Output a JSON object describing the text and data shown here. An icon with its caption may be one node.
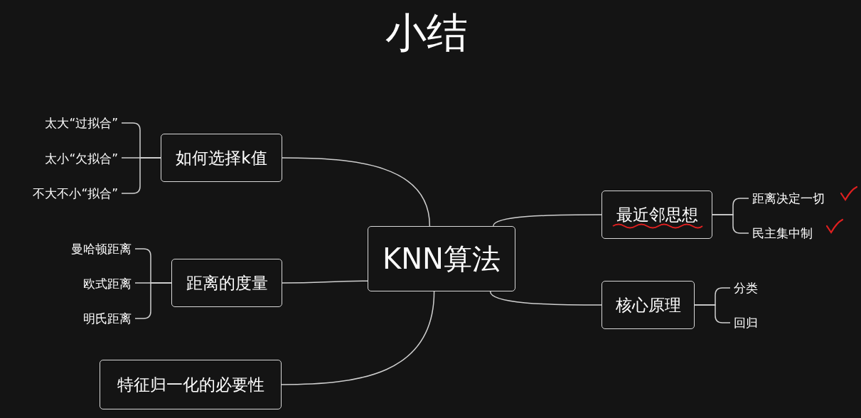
{
  "diagram": {
    "title": "小结",
    "nodes": [
      {
        "text": [
          "太大“过拟合”"
        ]
      },
      {
        "text": [
          "太小“欠拟合”"
        ]
      },
      {
        "text": [
          "不大不小“拟合”"
        ]
      },
      {
        "text": [
          "如何选择k值"
        ]
      },
      {
        "text": [
          "曼哈顿距离"
        ]
      },
      {
        "text": [
          "欧式距离"
        ]
      },
      {
        "text": [
          "明氏距离"
        ]
      },
      {
        "text": [
          "距离的度量"
        ]
      },
      {
        "text": [
          "特征归一化的必要性"
        ]
      },
      {
        "text": [
          "KNN算法"
        ]
      },
      {
        "text": [
          "最近邻思想"
        ]
      },
      {
        "text": [
          "距离决定一切"
        ]
      },
      {
        "text": [
          "民主集中制"
        ]
      },
      {
        "text": [
          "核心原理"
        ]
      },
      {
        "text": [
          "分类"
        ]
      },
      {
        "text": [
          "回归"
        ]
      }
    ],
    "edges": [
      {
        "from": 9,
        "to": 3,
        "arrow": "none"
      },
      {
        "from": 9,
        "to": 7,
        "arrow": "none"
      },
      {
        "from": 9,
        "to": 8,
        "arrow": "none"
      },
      {
        "from": 9,
        "to": 10,
        "arrow": "none"
      },
      {
        "from": 9,
        "to": 13,
        "arrow": "none"
      },
      {
        "from": 3,
        "to": 0,
        "arrow": "none"
      },
      {
        "from": 3,
        "to": 1,
        "arrow": "none"
      },
      {
        "from": 3,
        "to": 2,
        "arrow": "none"
      },
      {
        "from": 7,
        "to": 4,
        "arrow": "none"
      },
      {
        "from": 7,
        "to": 5,
        "arrow": "none"
      },
      {
        "from": 7,
        "to": 6,
        "arrow": "none"
      },
      {
        "from": 10,
        "to": 11,
        "arrow": "none"
      },
      {
        "from": 10,
        "to": 12,
        "arrow": "none"
      },
      {
        "from": 13,
        "to": 14,
        "arrow": "none"
      },
      {
        "from": 13,
        "to": 15,
        "arrow": "none"
      }
    ]
  }
}
